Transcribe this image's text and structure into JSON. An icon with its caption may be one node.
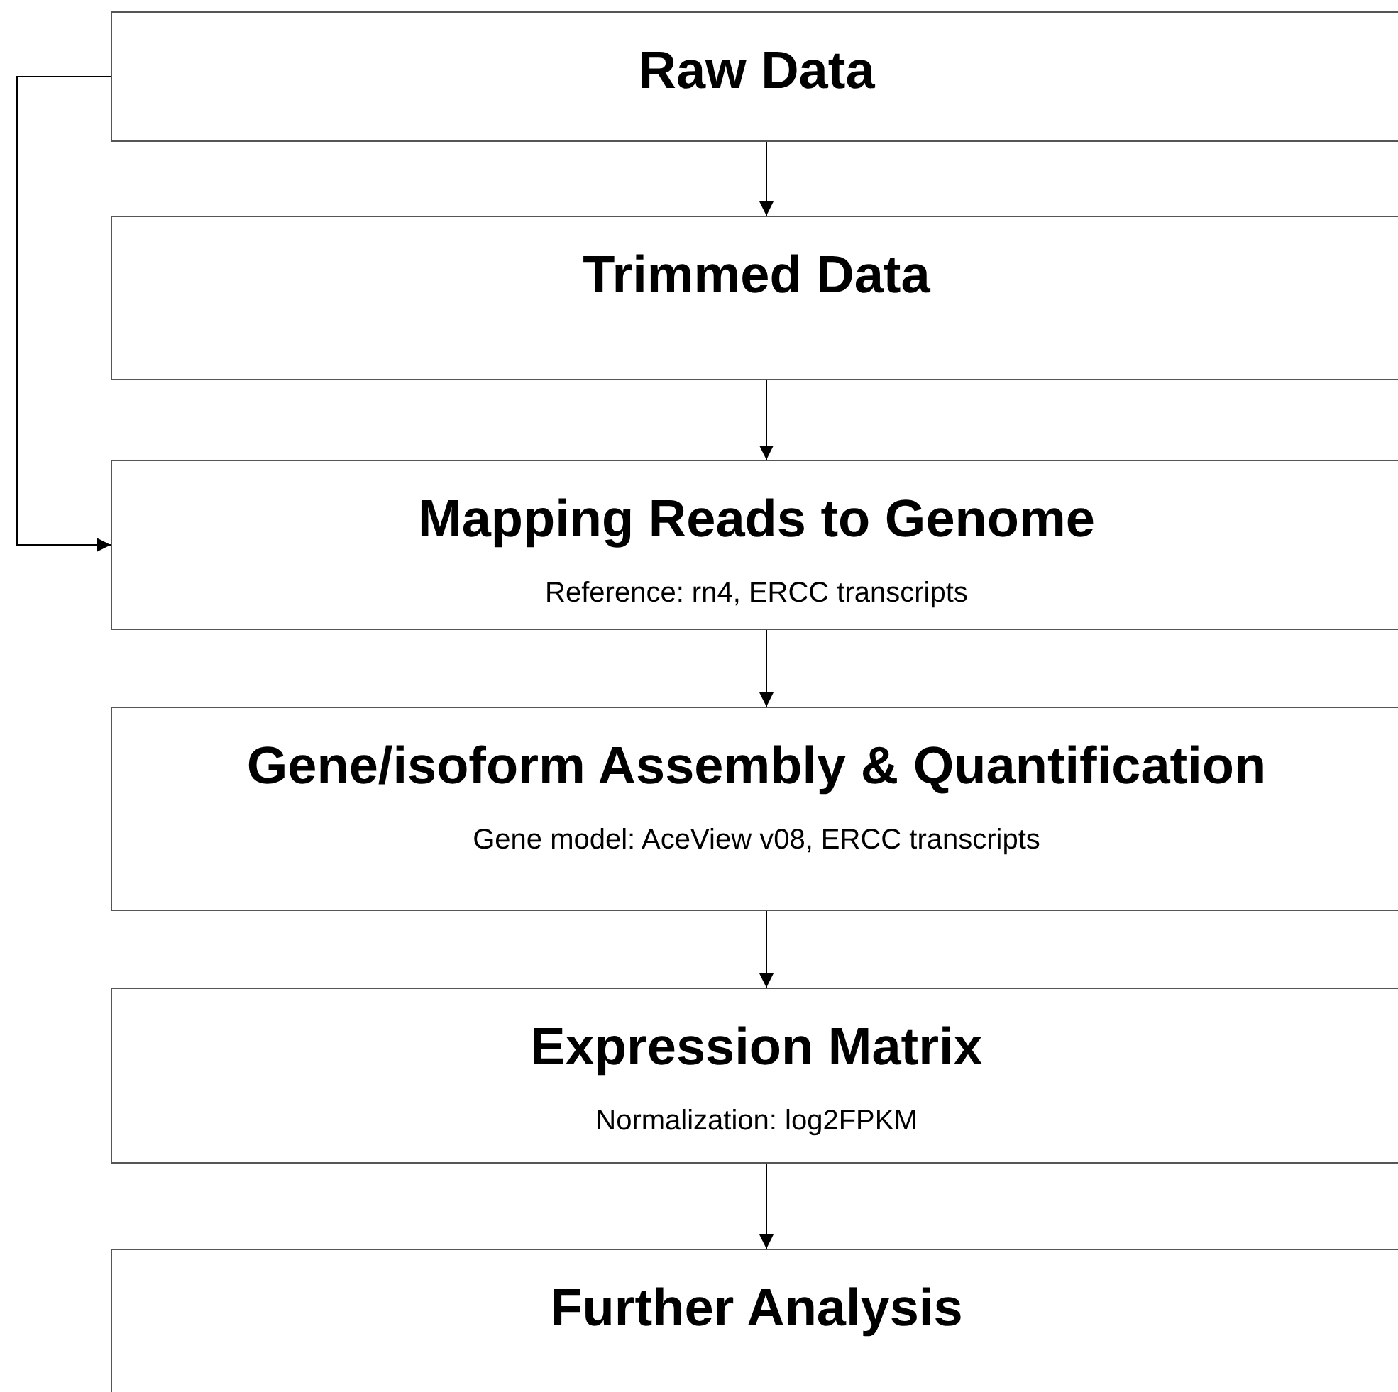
{
  "diagram": {
    "nodes": [
      {
        "text": [
          "Raw Data"
        ]
      },
      {
        "text": [
          "Trimmed Data"
        ]
      },
      {
        "text": [
          "Mapping Reads to Genome",
          "Reference: rn4, ERCC transcripts"
        ]
      },
      {
        "text": [
          "Gene/isoform Assembly & Quantification",
          "Gene model: AceView v08, ERCC transcripts"
        ]
      },
      {
        "text": [
          "Expression Matrix",
          "Normalization: log2FPKM"
        ]
      },
      {
        "text": [
          "Further Analysis"
        ]
      }
    ],
    "edges": [
      {
        "from": 0,
        "to": 1,
        "arrow": "to"
      },
      {
        "from": 1,
        "to": 2,
        "arrow": "to"
      },
      {
        "from": 2,
        "to": 3,
        "arrow": "to"
      },
      {
        "from": 3,
        "to": 4,
        "arrow": "to"
      },
      {
        "from": 4,
        "to": 5,
        "arrow": "to"
      },
      {
        "from": 0,
        "to": 2,
        "arrow": "to"
      }
    ]
  }
}
